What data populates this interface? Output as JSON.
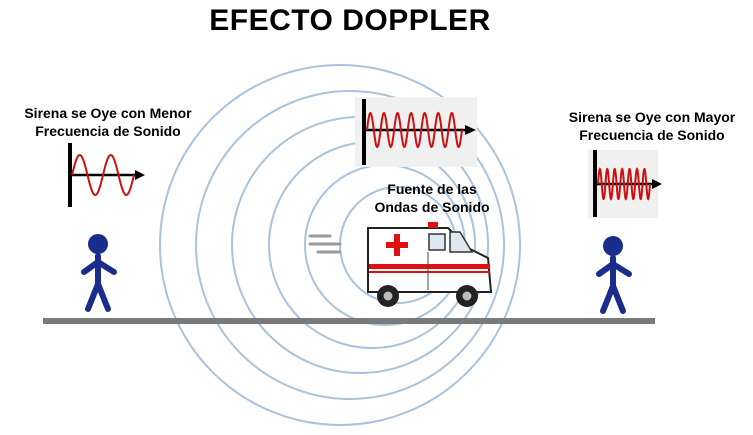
{
  "title": "EFECTO DOPPLER",
  "left_observer": {
    "caption_line1": "Sirena se Oye con Menor",
    "caption_line2": "Frecuencia de Sonido",
    "wave": "low-frequency-sine"
  },
  "right_observer": {
    "caption_line1": "Sirena se Oye con Mayor",
    "caption_line2": "Frecuencia de Sonido",
    "wave": "high-frequency-sine"
  },
  "source": {
    "caption_line1": "Fuente de las",
    "caption_line2": "Ondas de Sonido",
    "vehicle": "ambulance-icon"
  },
  "colors": {
    "wave_rings": "#a7c3de",
    "sine_wave": "#cc1111",
    "figure": "#1a2c8c",
    "ground": "#7a7a7a",
    "cross": "#e01010"
  }
}
